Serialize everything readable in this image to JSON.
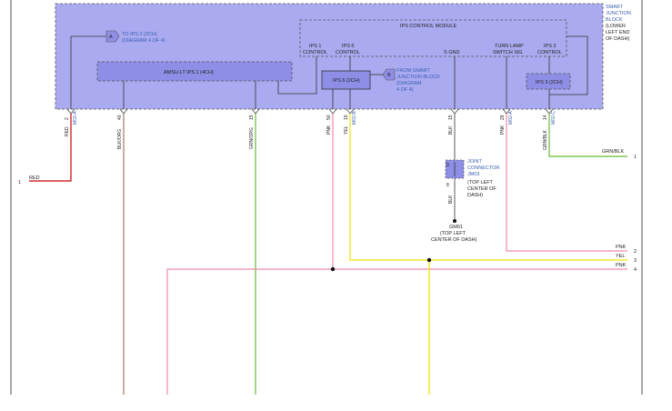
{
  "smart_junction_block": {
    "label_lines": [
      "SMART",
      "JUNCTION",
      "BLOCK"
    ],
    "location_lines": [
      "(LOWER",
      "LEFT END",
      "OF DASH)"
    ]
  },
  "control_module": {
    "title": "IPS CONTROL MODULE"
  },
  "to_ips2": {
    "lines": [
      "TO IPS 2 (2CH)",
      "(DIAGRAM 4 OF 4)"
    ],
    "marker": "A"
  },
  "ips_labels": {
    "ips1": [
      "IPS 1",
      "CONTROL"
    ],
    "ips6": [
      "IPS 6",
      "CONTROL"
    ],
    "sgnd": "S GND",
    "turn": [
      "TURN LAMP",
      "SWITCH SIG"
    ],
    "ips3": [
      "IPS 3",
      "CONTROL"
    ]
  },
  "boxes": {
    "ampsu": "AMSU-LT IPS 1 (4CH)",
    "ips6_box": "IPS 6 (2CH)",
    "ips3_box": "IPS 3 (2CH)"
  },
  "from_smart": {
    "lines": [
      "FROM SMART",
      "JUNCTION BLOCK",
      "(DIAGRAM",
      "4 OF 4)"
    ],
    "marker": "B"
  },
  "pins": [
    {
      "num": "2",
      "conn": "M02-A",
      "wire": "RED"
    },
    {
      "num": "40",
      "conn": "",
      "wire": "BLK/ORG"
    },
    {
      "num": "15",
      "conn": "",
      "wire": "GRN/ORG"
    },
    {
      "num": "50",
      "conn": "",
      "wire": "PNK"
    },
    {
      "num": "19",
      "conn": "M02-B",
      "wire": "YEL"
    },
    {
      "num": "15",
      "conn": "",
      "wire": "BLK"
    },
    {
      "num": "29",
      "conn": "M02-A",
      "wire": "PNK"
    },
    {
      "num": "14",
      "conn": "M02-C",
      "wire": "GRN/BLK"
    }
  ],
  "joint": {
    "pin_top": "9",
    "pin_bottom": "8",
    "lines": [
      "JOINT",
      "CONNECTOR",
      "JM03"
    ],
    "location": [
      "(TOP LEFT",
      "CENTER OF",
      "DASH)"
    ],
    "wire_below": "BLK"
  },
  "ground": {
    "label": "GM01",
    "location": [
      "(TOP LEFT",
      "CENTER OF DASH)"
    ]
  },
  "right_outputs": [
    {
      "wire": "GRN/BLK",
      "num": "1"
    },
    {
      "wire": "PNK",
      "num": "2"
    },
    {
      "wire": "YEL",
      "num": "3"
    },
    {
      "wire": "PNK",
      "num": "4"
    }
  ],
  "left_output": {
    "wire": "RED",
    "num": "1"
  },
  "colors": {
    "module_fill": "#aaaaf0",
    "box_fill": "#8e8ee6",
    "red": "#cc0000",
    "brown": "#a07868",
    "green": "#66bb33",
    "pink": "#f08aa8",
    "yellow": "#f2e200",
    "black": "#333333"
  }
}
